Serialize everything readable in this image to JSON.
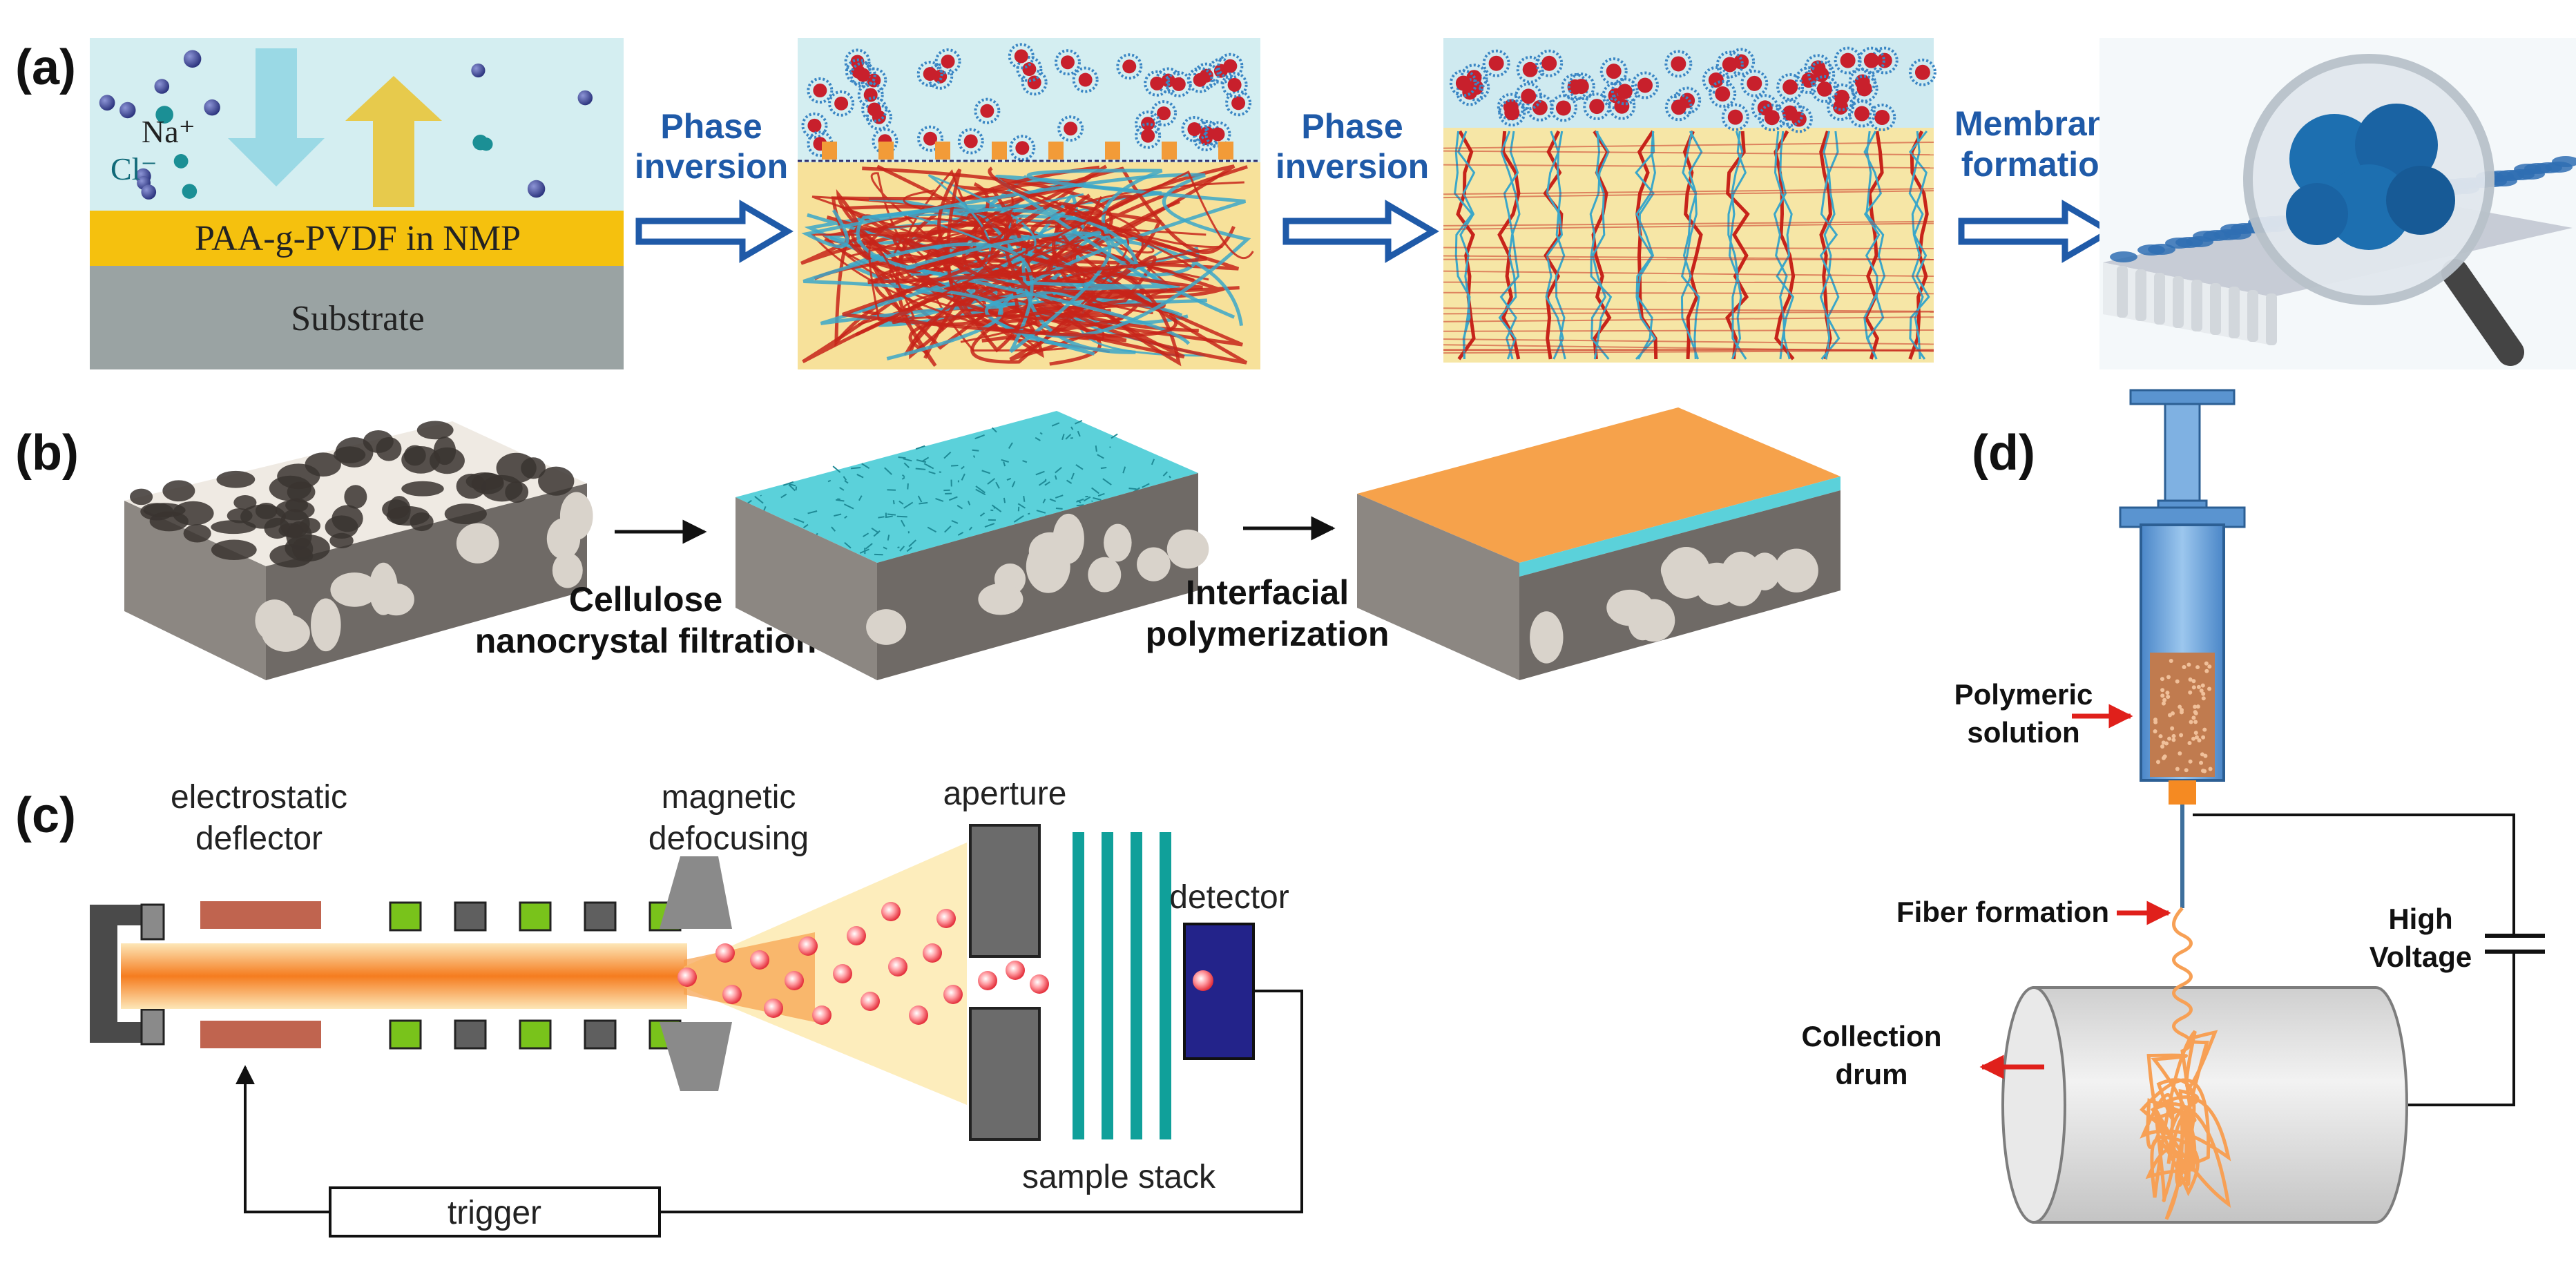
{
  "panels": {
    "a": {
      "label": "(a)",
      "ion_na": "Na⁺",
      "ion_cl": "Cl⁻",
      "film": "PAA-g-PVDF in NMP",
      "substrate": "Substrate",
      "step1": [
        "Phase",
        "inversion"
      ],
      "step2": [
        "Phase",
        "inversion"
      ],
      "step3": [
        "Membrane",
        "formation"
      ]
    },
    "b": {
      "label": "(b)",
      "step1": [
        "Cellulose",
        "nanocrystal filtration"
      ],
      "step2": [
        "Interfacial",
        "polymerization"
      ]
    },
    "c": {
      "label": "(c)",
      "deflector": [
        "electrostatic",
        "deflector"
      ],
      "defocusing": [
        "magnetic",
        "defocusing"
      ],
      "aperture": "aperture",
      "detector": "detector",
      "sample_stack": "sample stack",
      "trigger": "trigger"
    },
    "d": {
      "label": "(d)",
      "polymeric": [
        "Polymeric",
        "solution"
      ],
      "fiber": "Fiber formation",
      "voltage": [
        "High",
        "Voltage"
      ],
      "drum": [
        "Collection",
        "drum"
      ]
    }
  },
  "colors": {
    "accent_blue": "#1f5aa8",
    "arrow_red": "#e0201b",
    "film_yellow": "#f5c10e",
    "substrate_gray": "#9aa3a3",
    "teal_layer": "#4fd0d8",
    "orange_layer": "#f6a24b",
    "beam_orange": "#f57c1f",
    "brick": "#c0644f",
    "green_block": "#79c31b",
    "gray_block": "#5f5f5f",
    "detector_navy": "#23238a",
    "stack_teal": "#10a09a",
    "syringe_blue": "#6aa5da",
    "fiber_orange": "#f7a055",
    "drum_gray": "#e6e6e6"
  }
}
